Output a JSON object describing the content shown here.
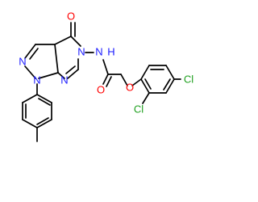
{
  "atom_labels": {
    "o_carbonyl_pyrimidinone": "O",
    "n5_ring": "N",
    "n_amide": "N",
    "h_amide": "H",
    "n_pyrazole_2": "N",
    "n_pyrazole_1": "N",
    "n7_ring": "N",
    "o_amide": "O",
    "o_ether": "O",
    "cl_para": "Cl",
    "cl_ortho": "Cl"
  },
  "colors": {
    "bond": "#000000",
    "nitrogen": "#1a1aff",
    "oxygen": "#ff0000",
    "chlorine": "#1fa01f"
  }
}
